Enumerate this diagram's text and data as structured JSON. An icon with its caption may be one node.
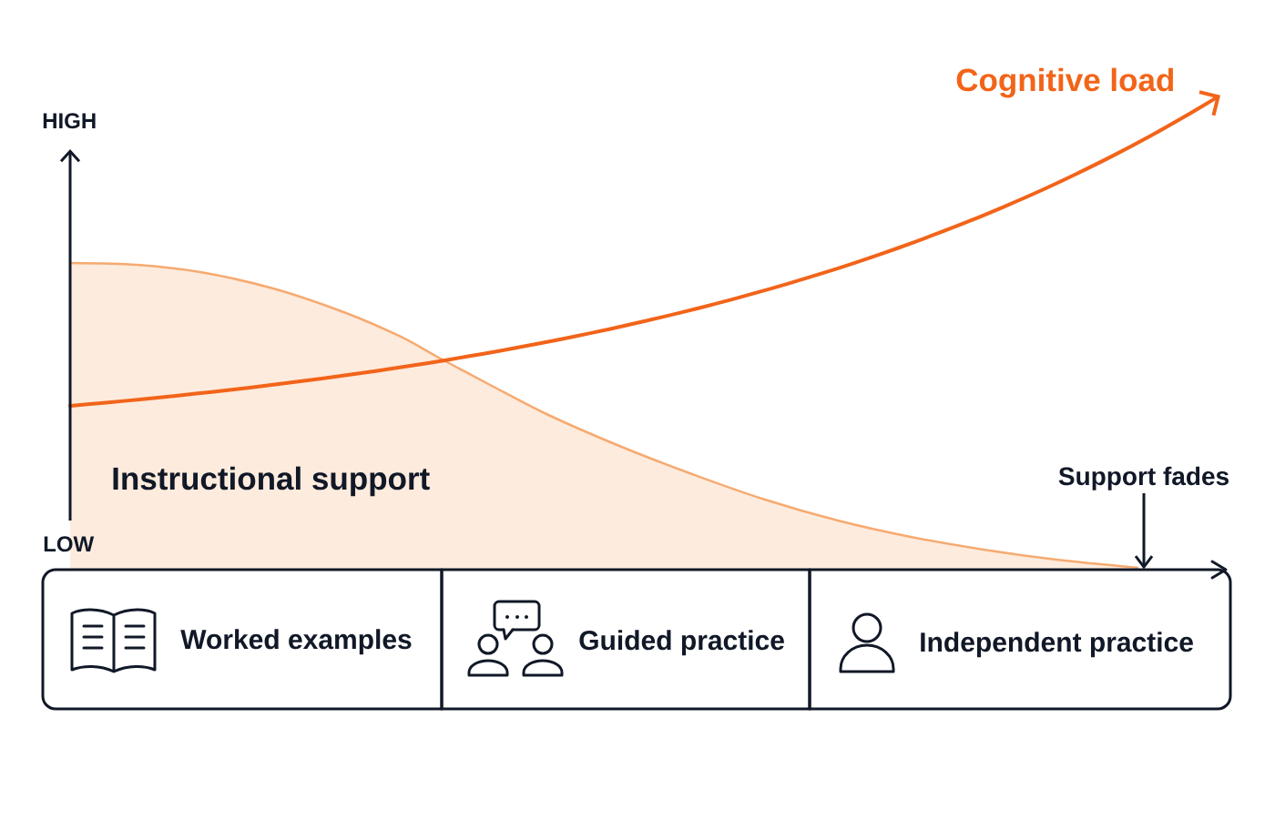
{
  "diagram": {
    "nodes": [
      {
        "text": [
          "Support fades"
        ]
      },
      {
        "text": [
          "Worked examples"
        ]
      },
      {
        "text": [
          "Guided practice"
        ]
      },
      {
        "text": [
          "Independent practice"
        ]
      }
    ],
    "edges": [
      {
        "from": 0,
        "to": 3,
        "arrow": "to"
      }
    ],
    "labels": [
      "Cognitive load",
      "HIGH",
      "Instructional support",
      "LOW"
    ]
  }
}
